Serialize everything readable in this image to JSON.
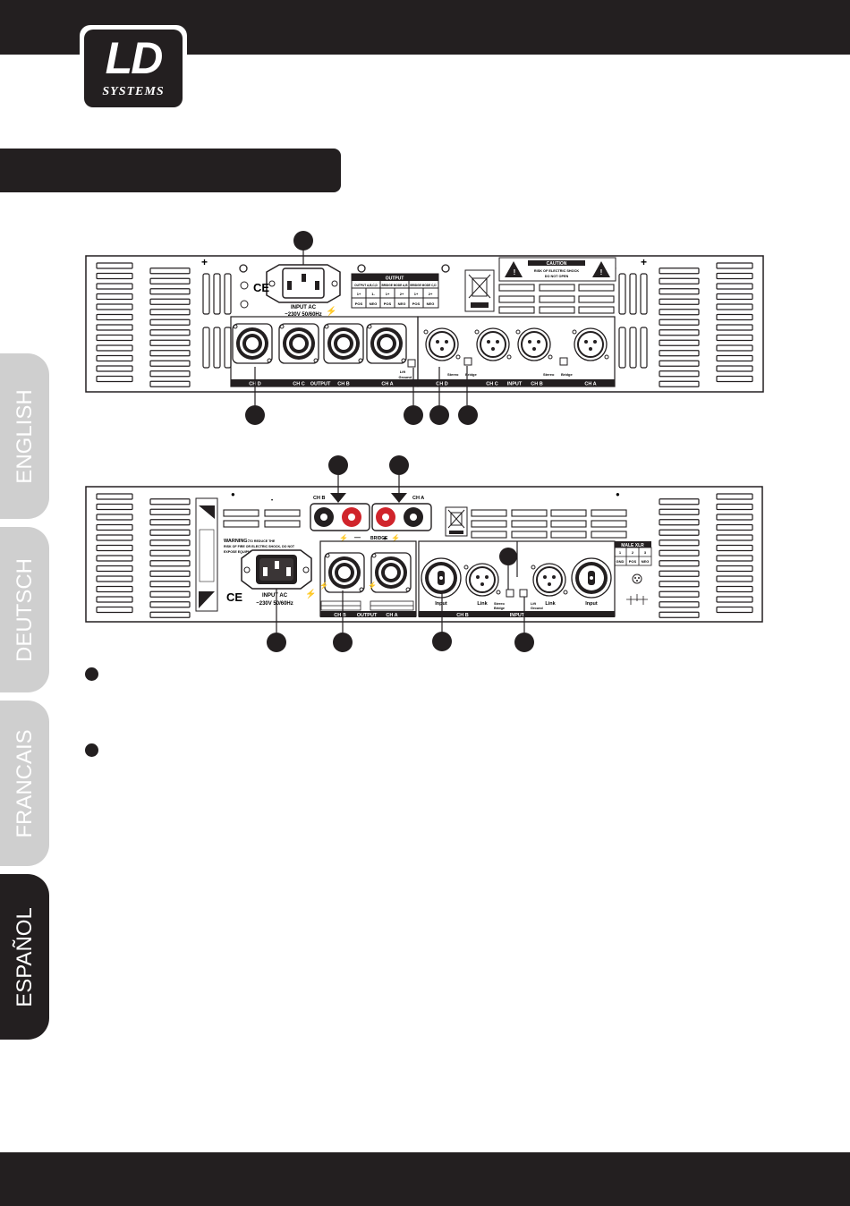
{
  "brand": {
    "logo_text": "LD",
    "logo_sub": "SYSTEMS"
  },
  "side_tabs": [
    {
      "label": "ENGLISH",
      "active": false
    },
    {
      "label": "DEUTSCH",
      "active": false
    },
    {
      "label": "FRANCAIS",
      "active": false
    },
    {
      "label": "ESPAÑOL",
      "active": true
    }
  ],
  "panel_top": {
    "power_label": "INPUT AC",
    "power_spec": "~230V 50/60Hz",
    "output_table_title": "OUTPUT",
    "output_table_head": [
      "OUTPUT A,B,C,D",
      "BRIDGE MODE A,B",
      "BRIDGE MODE C,D"
    ],
    "output_table_pins": [
      "1+",
      "1-",
      "1+",
      "2+",
      "1+",
      "2+"
    ],
    "output_table_pol": [
      "POS",
      "NEG",
      "POS",
      "NEG",
      "POS",
      "NEG"
    ],
    "caution_title": "CAUTION",
    "caution_line1": "RISK OF ELECTRIC SHOCK",
    "caution_line2": "DO NOT OPEN",
    "out_labels": [
      "CH D",
      "CH C",
      "OUTPUT",
      "CH B",
      "CH A"
    ],
    "in_labels": [
      "CH D",
      "CH C",
      "INPUT",
      "CH B",
      "CH A"
    ],
    "switch_lift": "Lift",
    "switch_ground": "Ground",
    "switch_stereo": "Stereo",
    "switch_bridge": "Bridge"
  },
  "panel_bottom": {
    "ch_b": "CH B",
    "ch_a": "CH A",
    "bridge": "BRIDGE",
    "warning_title": "WARNING:",
    "warning_line1": "TO REDUCE THE",
    "warning_line2": "RISK OF FIRE OR ELECTRIC SHOCK, DO NOT",
    "warning_line3": "EXPOSE EQUIPMENT TO RAIN OR MOISTURE",
    "power_label": "INPUT AC",
    "power_spec": "~230V 50/60Hz",
    "out_labels": [
      "CH B",
      "OUTPUT",
      "CH A"
    ],
    "in_labels": [
      "CH B",
      "INPUT"
    ],
    "jack_input": "Input",
    "jack_link": "Link",
    "xlr_title": "MALE XLR",
    "xlr_pins": [
      "1",
      "2",
      "3"
    ],
    "xlr_funcs": [
      "GND",
      "POS",
      "NEG"
    ],
    "switch_stereo": "Stereo",
    "switch_bridge": "Bridge",
    "switch_lift": "Lift",
    "switch_ground": "Ground"
  },
  "colors": {
    "dark": "#231f20",
    "tab_inactive": "#cfcfcf",
    "speaker_red": "#d0242b"
  }
}
